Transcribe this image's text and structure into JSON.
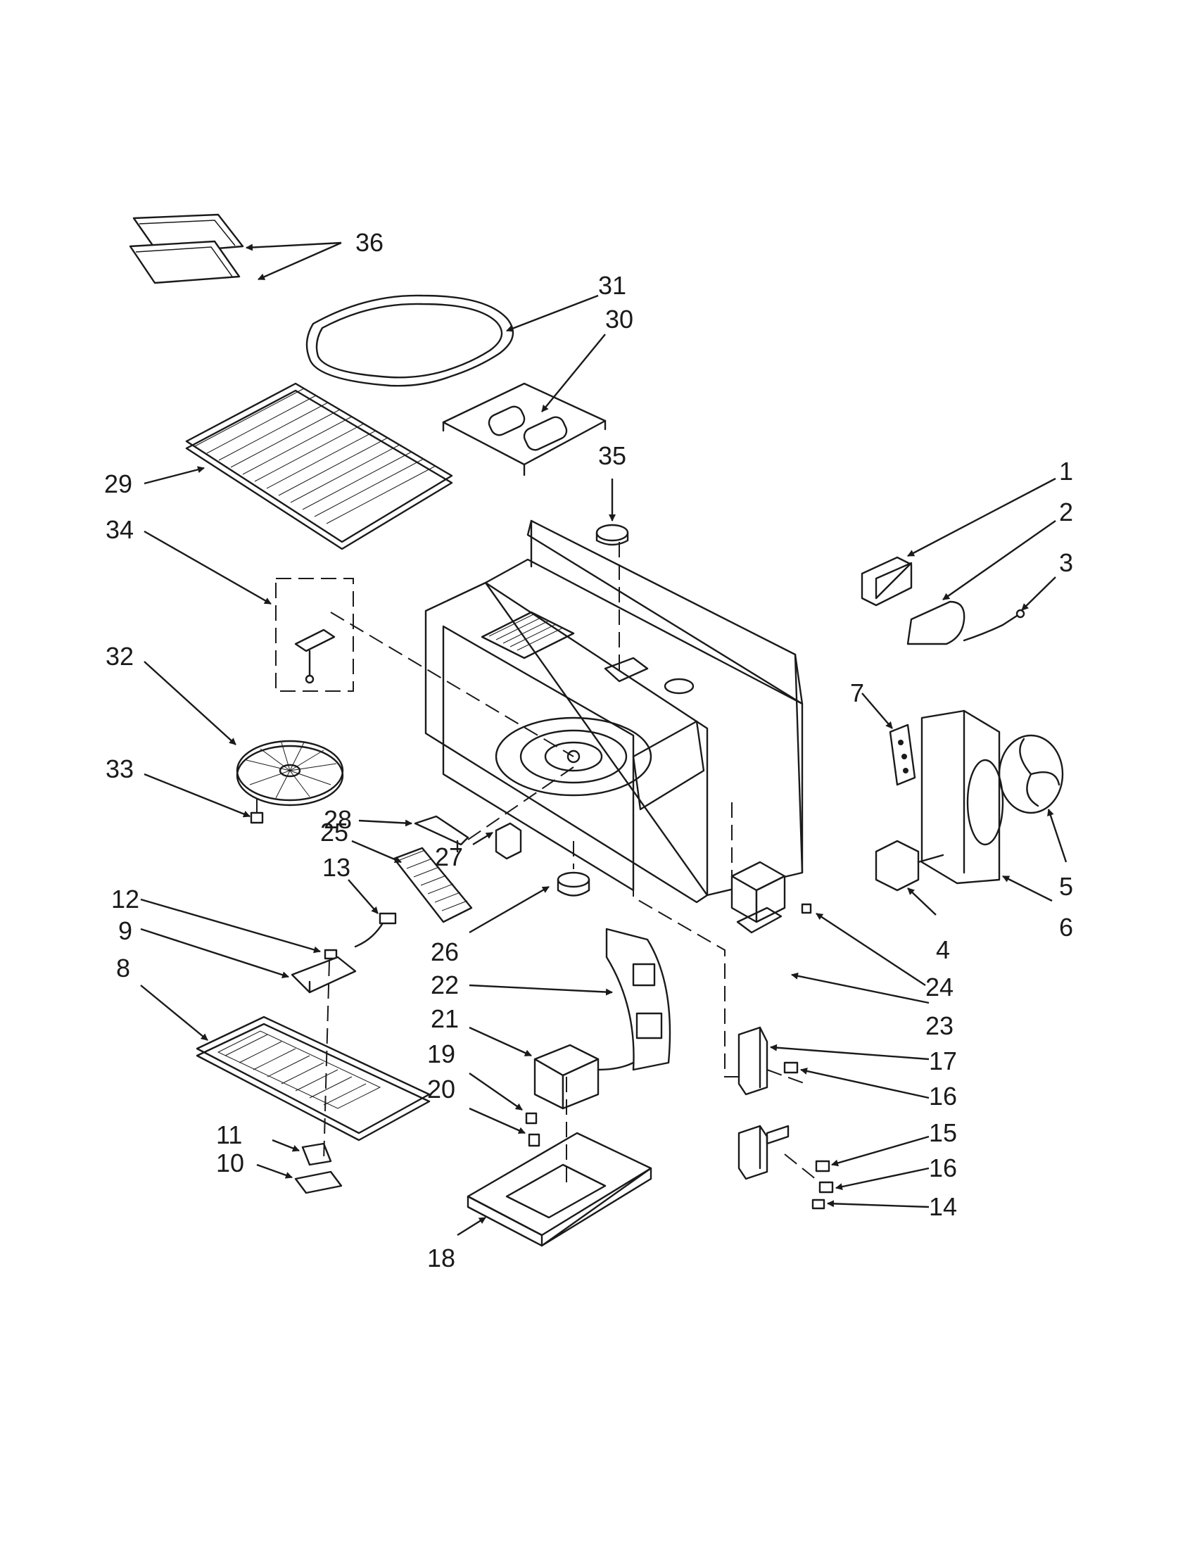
{
  "callouts": {
    "c1": "1",
    "c2": "2",
    "c3": "3",
    "c4": "4",
    "c5": "5",
    "c6": "6",
    "c7": "7",
    "c8": "8",
    "c9": "9",
    "c10": "10",
    "c11": "11",
    "c12": "12",
    "c13": "13",
    "c14": "14",
    "c15": "15",
    "c16a": "16",
    "c16b": "16",
    "c17": "17",
    "c18": "18",
    "c19": "19",
    "c20": "20",
    "c21": "21",
    "c22": "22",
    "c23": "23",
    "c24": "24",
    "c25": "25",
    "c26": "26",
    "c27": "27",
    "c28": "28",
    "c29": "29",
    "c30": "30",
    "c31": "31",
    "c32": "32",
    "c33": "33",
    "c34": "34",
    "c35": "35",
    "c36": "36"
  }
}
